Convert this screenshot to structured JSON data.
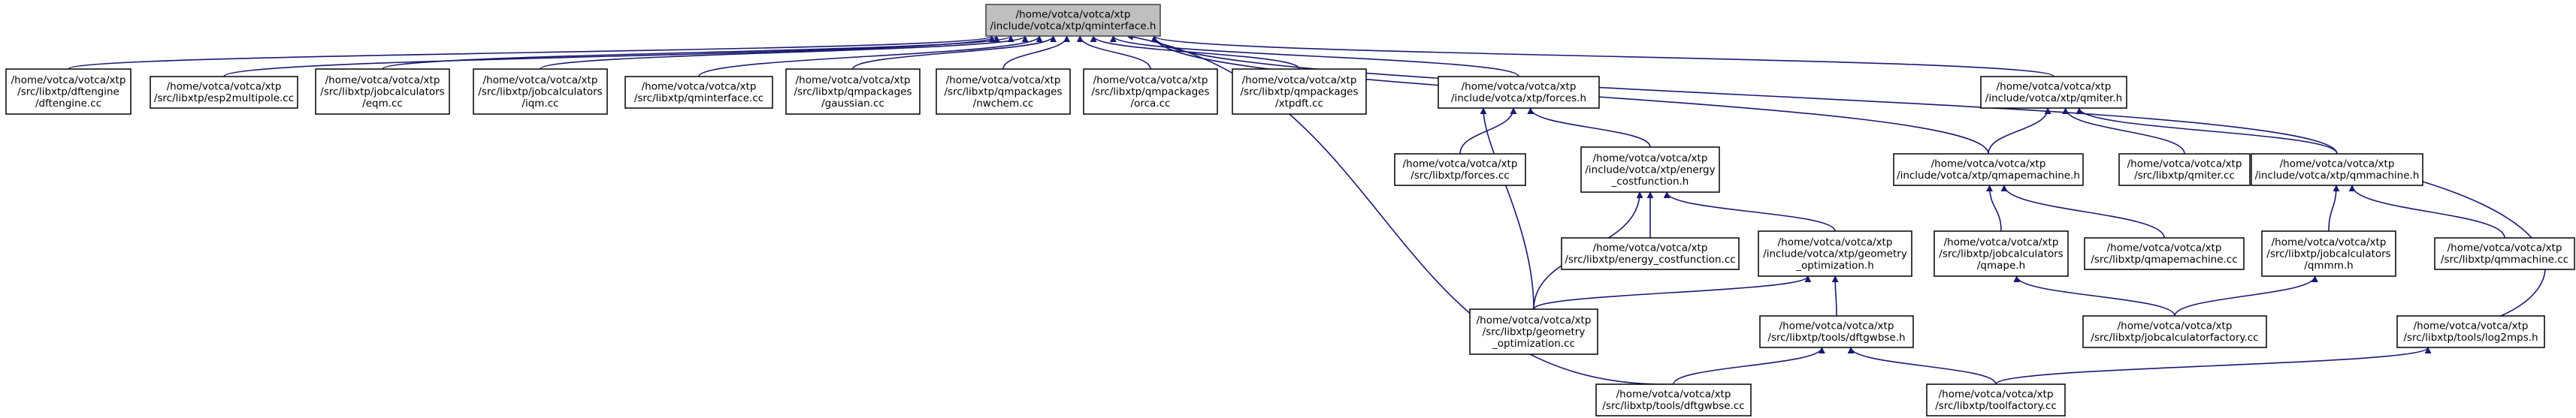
{
  "graph": {
    "edge_color": "#191970",
    "root_fill": "#bfbfbf",
    "nodes": [
      {
        "id": "root",
        "lines": [
          "/home/votca/votca/xtp",
          "/include/votca/xtp/qminterface.h"
        ]
      },
      {
        "id": "n_dftengine",
        "lines": [
          "/home/votca/votca/xtp",
          "/src/libxtp/dftengine",
          "/dftengine.cc"
        ]
      },
      {
        "id": "n_esp2multipole",
        "lines": [
          "/home/votca/votca/xtp",
          "/src/libxtp/esp2multipole.cc"
        ]
      },
      {
        "id": "n_eqm",
        "lines": [
          "/home/votca/votca/xtp",
          "/src/libxtp/jobcalculators",
          "/eqm.cc"
        ]
      },
      {
        "id": "n_iqm",
        "lines": [
          "/home/votca/votca/xtp",
          "/src/libxtp/jobcalculators",
          "/iqm.cc"
        ]
      },
      {
        "id": "n_qminterface_cc",
        "lines": [
          "/home/votca/votca/xtp",
          "/src/libxtp/qminterface.cc"
        ]
      },
      {
        "id": "n_gaussian",
        "lines": [
          "/home/votca/votca/xtp",
          "/src/libxtp/qmpackages",
          "/gaussian.cc"
        ]
      },
      {
        "id": "n_nwchem",
        "lines": [
          "/home/votca/votca/xtp",
          "/src/libxtp/qmpackages",
          "/nwchem.cc"
        ]
      },
      {
        "id": "n_orca",
        "lines": [
          "/home/votca/votca/xtp",
          "/src/libxtp/qmpackages",
          "/orca.cc"
        ]
      },
      {
        "id": "n_xtpdft",
        "lines": [
          "/home/votca/votca/xtp",
          "/src/libxtp/qmpackages",
          "/xtpdft.cc"
        ]
      },
      {
        "id": "n_forces_h",
        "lines": [
          "/home/votca/votca/xtp",
          "/include/votca/xtp/forces.h"
        ]
      },
      {
        "id": "n_qmiter_h",
        "lines": [
          "/home/votca/votca/xtp",
          "/include/votca/xtp/qmiter.h"
        ]
      },
      {
        "id": "n_forces_cc",
        "lines": [
          "/home/votca/votca/xtp",
          "/src/libxtp/forces.cc"
        ]
      },
      {
        "id": "n_energy_costfunction_h",
        "lines": [
          "/home/votca/votca/xtp",
          "/include/votca/xtp/energy",
          "_costfunction.h"
        ]
      },
      {
        "id": "n_qmapemachine_h",
        "lines": [
          "/home/votca/votca/xtp",
          "/include/votca/xtp/qmapemachine.h"
        ]
      },
      {
        "id": "n_qmiter_cc",
        "lines": [
          "/home/votca/votca/xtp",
          "/src/libxtp/qmiter.cc"
        ]
      },
      {
        "id": "n_qmmachine_h",
        "lines": [
          "/home/votca/votca/xtp",
          "/include/votca/xtp/qmmachine.h"
        ]
      },
      {
        "id": "n_energy_costfunction_cc",
        "lines": [
          "/home/votca/votca/xtp",
          "/src/libxtp/energy_costfunction.cc"
        ]
      },
      {
        "id": "n_geometry_optimization_h",
        "lines": [
          "/home/votca/votca/xtp",
          "/include/votca/xtp/geometry",
          "_optimization.h"
        ]
      },
      {
        "id": "n_qmape_h",
        "lines": [
          "/home/votca/votca/xtp",
          "/src/libxtp/jobcalculators",
          "/qmape.h"
        ]
      },
      {
        "id": "n_qmapemachine_cc",
        "lines": [
          "/home/votca/votca/xtp",
          "/src/libxtp/qmapemachine.cc"
        ]
      },
      {
        "id": "n_qmmm_h",
        "lines": [
          "/home/votca/votca/xtp",
          "/src/libxtp/jobcalculators",
          "/qmmm.h"
        ]
      },
      {
        "id": "n_qmmachine_cc",
        "lines": [
          "/home/votca/votca/xtp",
          "/src/libxtp/qmmachine.cc"
        ]
      },
      {
        "id": "n_geometry_optimization_cc",
        "lines": [
          "/home/votca/votca/xtp",
          "/src/libxtp/geometry",
          "_optimization.cc"
        ]
      },
      {
        "id": "n_dftgwbse_h",
        "lines": [
          "/home/votca/votca/xtp",
          "/src/libxtp/tools/dftgwbse.h"
        ]
      },
      {
        "id": "n_jobcalculatorfactory_cc",
        "lines": [
          "/home/votca/votca/xtp",
          "/src/libxtp/jobcalculatorfactory.cc"
        ]
      },
      {
        "id": "n_log2mps_h",
        "lines": [
          "/home/votca/votca/xtp",
          "/src/libxtp/tools/log2mps.h"
        ]
      },
      {
        "id": "n_dftgwbse_cc",
        "lines": [
          "/home/votca/votca/xtp",
          "/src/libxtp/tools/dftgwbse.cc"
        ]
      },
      {
        "id": "n_toolfactory_cc",
        "lines": [
          "/home/votca/votca/xtp",
          "/src/libxtp/toolfactory.cc"
        ]
      }
    ],
    "edges": [
      {
        "from": "n_dftengine",
        "to": "root"
      },
      {
        "from": "n_esp2multipole",
        "to": "root"
      },
      {
        "from": "n_eqm",
        "to": "root"
      },
      {
        "from": "n_iqm",
        "to": "root"
      },
      {
        "from": "n_qminterface_cc",
        "to": "root"
      },
      {
        "from": "n_gaussian",
        "to": "root"
      },
      {
        "from": "n_nwchem",
        "to": "root"
      },
      {
        "from": "n_orca",
        "to": "root"
      },
      {
        "from": "n_xtpdft",
        "to": "root"
      },
      {
        "from": "n_forces_h",
        "to": "root"
      },
      {
        "from": "n_qmapemachine_h",
        "to": "root"
      },
      {
        "from": "n_qmiter_h",
        "to": "root"
      },
      {
        "from": "n_qmmachine_h",
        "to": "root"
      },
      {
        "from": "n_dftgwbse_cc",
        "to": "root"
      },
      {
        "from": "n_forces_cc",
        "to": "n_forces_h"
      },
      {
        "from": "n_energy_costfunction_h",
        "to": "n_forces_h"
      },
      {
        "from": "n_geometry_optimization_cc",
        "to": "n_forces_h"
      },
      {
        "from": "n_energy_costfunction_cc",
        "to": "n_energy_costfunction_h"
      },
      {
        "from": "n_geometry_optimization_h",
        "to": "n_energy_costfunction_h"
      },
      {
        "from": "n_geometry_optimization_cc",
        "to": "n_energy_costfunction_h"
      },
      {
        "from": "n_geometry_optimization_cc",
        "to": "n_geometry_optimization_h"
      },
      {
        "from": "n_dftgwbse_h",
        "to": "n_geometry_optimization_h"
      },
      {
        "from": "n_dftgwbse_cc",
        "to": "n_dftgwbse_h"
      },
      {
        "from": "n_toolfactory_cc",
        "to": "n_dftgwbse_h"
      },
      {
        "from": "n_qmapemachine_h",
        "to": "n_qmiter_h"
      },
      {
        "from": "n_qmiter_cc",
        "to": "n_qmiter_h"
      },
      {
        "from": "n_qmmachine_h",
        "to": "n_qmiter_h"
      },
      {
        "from": "n_qmape_h",
        "to": "n_qmapemachine_h"
      },
      {
        "from": "n_qmapemachine_cc",
        "to": "n_qmapemachine_h"
      },
      {
        "from": "n_jobcalculatorfactory_cc",
        "to": "n_qmape_h"
      },
      {
        "from": "n_qmmm_h",
        "to": "n_qmmachine_h"
      },
      {
        "from": "n_qmmachine_cc",
        "to": "n_qmmachine_h"
      },
      {
        "from": "n_log2mps_h",
        "to": "n_qmmachine_h"
      },
      {
        "from": "n_jobcalculatorfactory_cc",
        "to": "n_qmmm_h"
      },
      {
        "from": "n_toolfactory_cc",
        "to": "n_log2mps_h"
      }
    ]
  }
}
